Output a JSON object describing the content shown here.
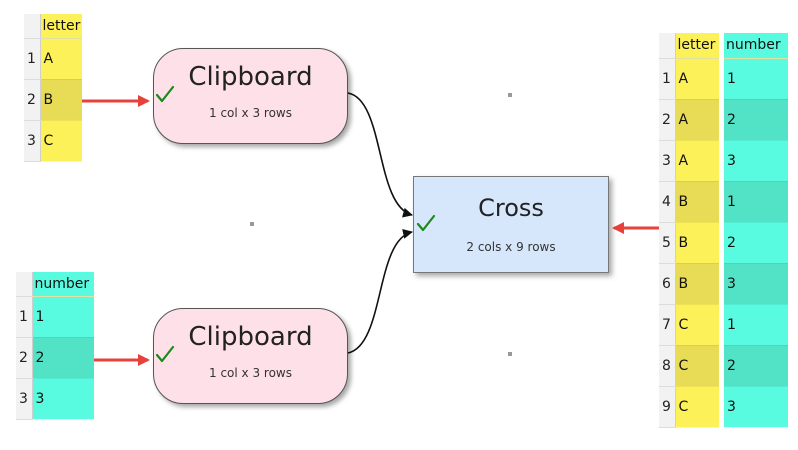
{
  "clipboard_top": {
    "title": "Clipboard",
    "subtitle": "1 col x 3 rows"
  },
  "clipboard_bottom": {
    "title": "Clipboard",
    "subtitle": "1 col x 3 rows"
  },
  "cross": {
    "title": "Cross",
    "subtitle": "2 cols x 9 rows"
  },
  "table_letter": {
    "header": "letter",
    "rows": [
      {
        "n": "1",
        "v": "A"
      },
      {
        "n": "2",
        "v": "B"
      },
      {
        "n": "3",
        "v": "C"
      }
    ]
  },
  "table_number": {
    "header": "number",
    "rows": [
      {
        "n": "1",
        "v": "1"
      },
      {
        "n": "2",
        "v": "2"
      },
      {
        "n": "3",
        "v": "3"
      }
    ]
  },
  "table_cross": {
    "headers": [
      "letter",
      "number"
    ],
    "rows": [
      {
        "n": "1",
        "a": "A",
        "b": "1"
      },
      {
        "n": "2",
        "a": "A",
        "b": "2"
      },
      {
        "n": "3",
        "a": "A",
        "b": "3"
      },
      {
        "n": "4",
        "a": "B",
        "b": "1"
      },
      {
        "n": "5",
        "a": "B",
        "b": "2"
      },
      {
        "n": "6",
        "a": "B",
        "b": "3"
      },
      {
        "n": "7",
        "a": "C",
        "b": "1"
      },
      {
        "n": "8",
        "a": "C",
        "b": "2"
      },
      {
        "n": "9",
        "a": "C",
        "b": "3"
      }
    ]
  },
  "colors": {
    "letter_column": "#fdf15a",
    "number_column": "#59fbe0",
    "clipboard_node": "#fde0e8",
    "cross_node": "#d6e7fb",
    "red_arrow": "#e8403a",
    "check": "#1a8a1a"
  },
  "icons": {
    "status": "checkmark-icon"
  }
}
